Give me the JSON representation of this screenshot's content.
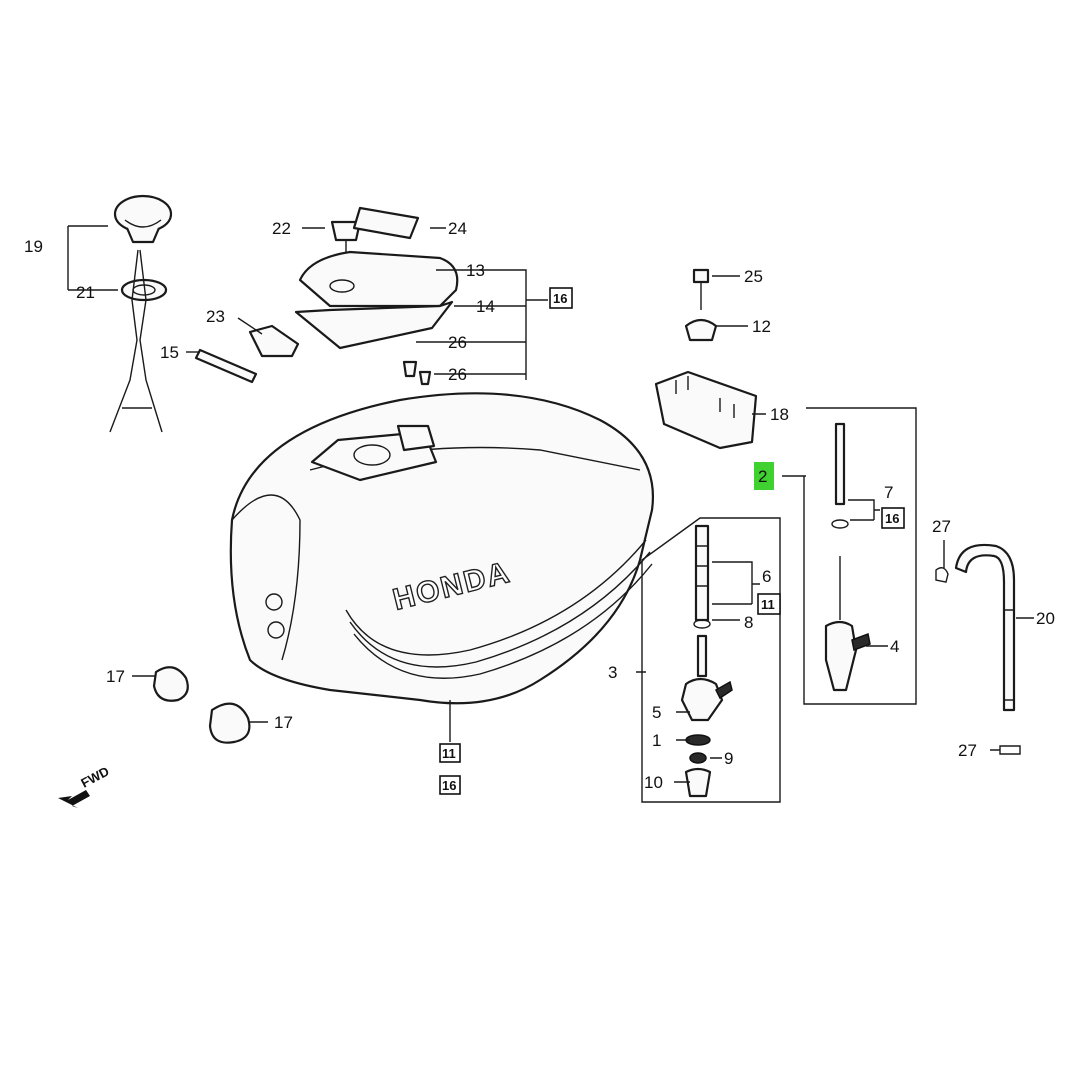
{
  "callouts": {
    "c1": "1",
    "c2": "2",
    "c3": "3",
    "c4": "4",
    "c5": "5",
    "c6": "6",
    "c7": "7",
    "c8": "8",
    "c9": "9",
    "c10": "10",
    "c11a": "11",
    "c11b": "11",
    "c12": "12",
    "c13": "13",
    "c14": "14",
    "c15": "15",
    "c16a": "16",
    "c16b": "16",
    "c16c": "16",
    "c17a": "17",
    "c17b": "17",
    "c18": "18",
    "c19": "19",
    "c20": "20",
    "c21": "21",
    "c22": "22",
    "c23": "23",
    "c24": "24",
    "c25": "25",
    "c26a": "26",
    "c26b": "26",
    "c27a": "27",
    "c27b": "27"
  },
  "tank_logo": "HONDA",
  "fwd_label": "FWD",
  "highlight_color": "#3fd12f"
}
